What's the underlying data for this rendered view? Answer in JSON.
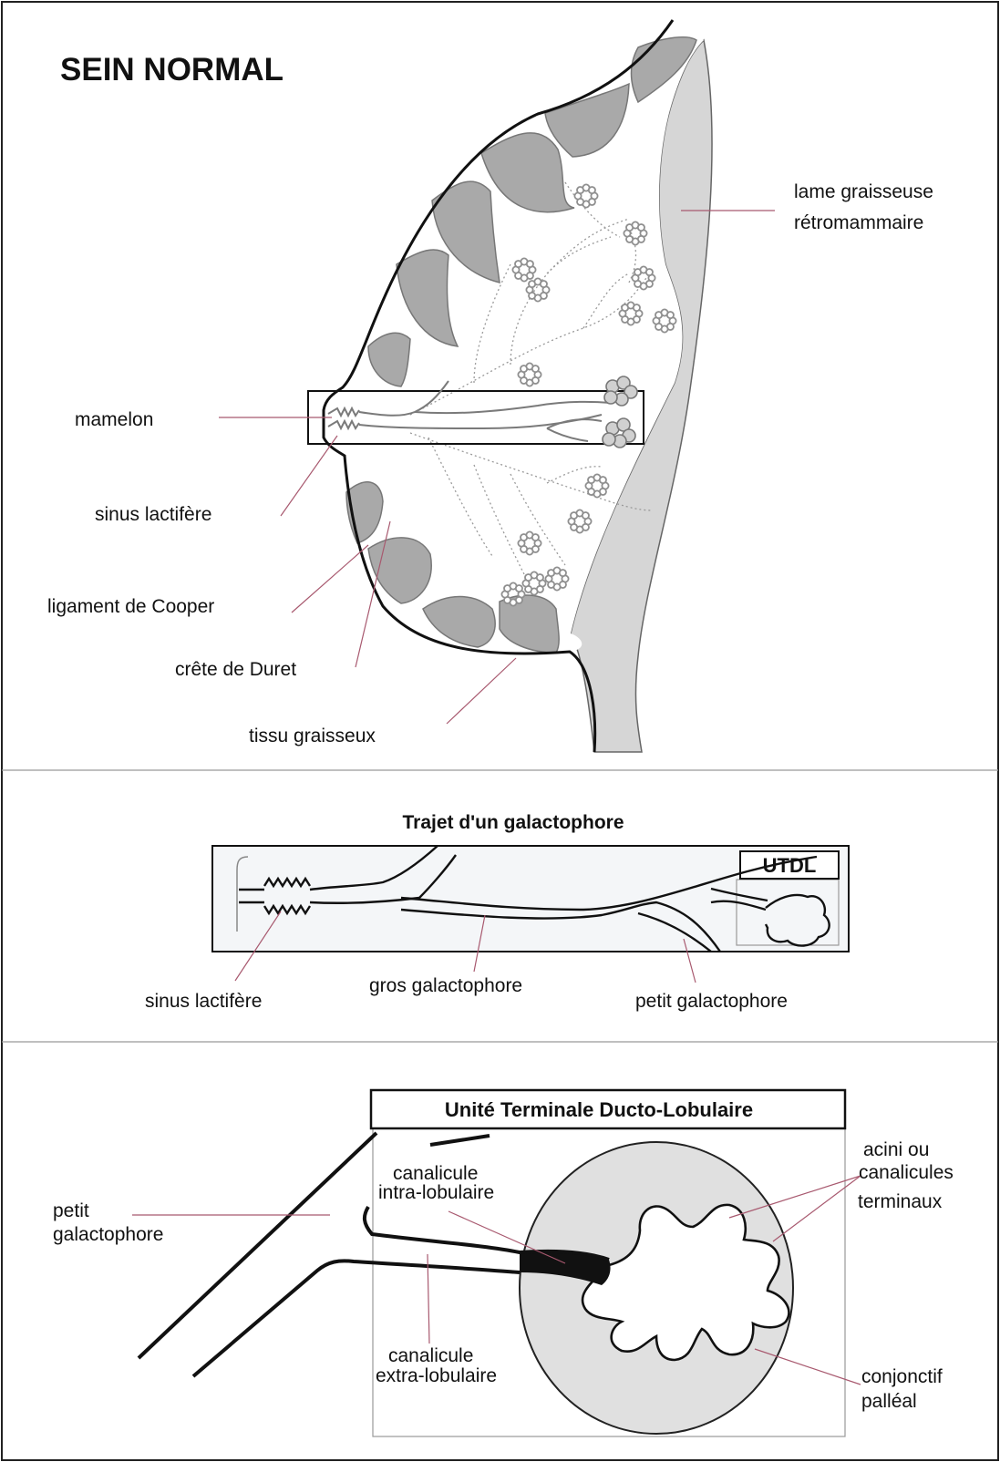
{
  "panel1": {
    "title": "SEIN NORMAL",
    "labels": {
      "lame_line1": "lame graisseuse",
      "lame_line2": "rétromammaire",
      "mamelon": "mamelon",
      "sinus": "sinus lactifère",
      "cooper": "ligament de Cooper",
      "duret": "crête de Duret",
      "tissu": "tissu graisseux"
    }
  },
  "panel2": {
    "title": "Trajet d'un galactophore",
    "utdl": "UTDL",
    "labels": {
      "sinus": "sinus lactifère",
      "gros": "gros galactophore",
      "petit": "petit galactophore"
    }
  },
  "panel3": {
    "title": "Unité Terminale Ducto-Lobulaire",
    "labels": {
      "petit_line1": "petit",
      "petit_line2": "galactophore",
      "intra_line1": "canalicule",
      "intra_line2": "intra-lobulaire",
      "extra_line1": "canalicule",
      "extra_line2": "extra-lobulaire",
      "acini_line1": "acini ou",
      "acini_line2": "canalicules",
      "acini_line3": "terminaux",
      "conj_line1": "conjonctif",
      "conj_line2": "palléal"
    }
  },
  "colors": {
    "dark_fat": "#a9a9a9",
    "light_fat": "#d6d6d6",
    "lobule_fill": "#e0e0e0",
    "leader_line": "#a8596f",
    "duct_fill": "#f4f6f8"
  }
}
